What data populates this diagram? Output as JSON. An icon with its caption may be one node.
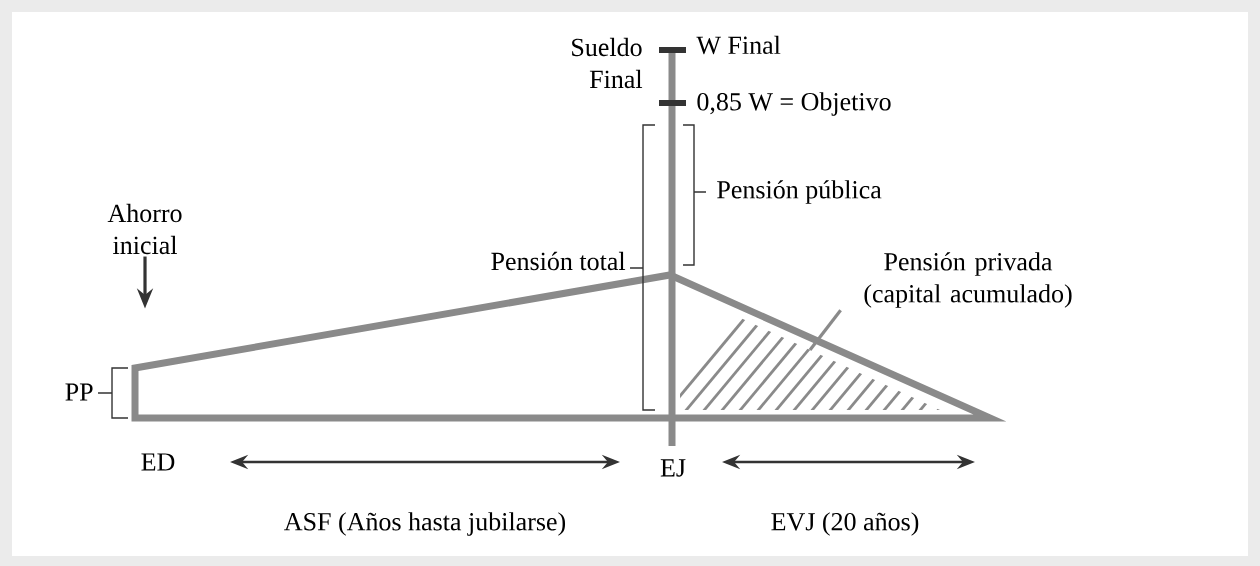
{
  "diagram": {
    "nodes": [
      {
        "text": [
          "Ahorro inicial"
        ]
      },
      {
        "text": [
          "Pensión privada (capital acumulado)"
        ]
      },
      {
        "text": [],
        "shape": "triangle"
      }
    ],
    "edges": [
      {
        "from": 0,
        "to": null,
        "arrow": "to"
      },
      {
        "from": 1,
        "to": 2,
        "arrow": "none"
      }
    ],
    "labels": [
      "Sueldo Final",
      "W Final",
      "0,85 W = Objetivo",
      "Pensión pública",
      "Pensión total",
      "PP",
      "ED",
      "EJ",
      "ASF (Años hasta jubilarse)",
      "EVJ (20 años)"
    ]
  }
}
